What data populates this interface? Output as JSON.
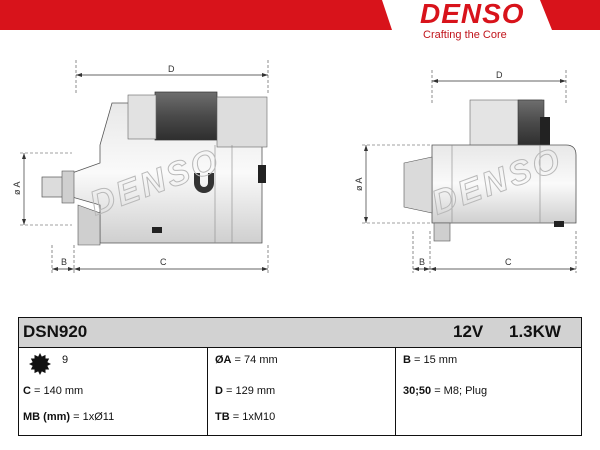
{
  "brand": {
    "name": "DENSO",
    "tagline": "Crafting the Core",
    "color": "#d8131b"
  },
  "watermark": "DENSO",
  "drawing": {
    "left_view": {
      "dim_d": "D",
      "dim_a": "ø A",
      "dim_b": "B",
      "dim_c": "C"
    },
    "right_view": {
      "dim_d": "D",
      "dim_a": "ø A",
      "dim_b": "B",
      "dim_c": "C"
    }
  },
  "spec": {
    "model": "DSN920",
    "voltage": "12V",
    "power": "1.3KW",
    "teeth_icon": "pinion-gear-icon",
    "teeth_value": "9",
    "rows": [
      [
        {
          "label": "",
          "value": ""
        },
        {
          "label": "ØA",
          "value": " = 74 mm"
        },
        {
          "label": "B",
          "value": " = 15 mm"
        }
      ],
      [
        {
          "label": "C",
          "value": " = 140 mm"
        },
        {
          "label": "D",
          "value": " = 129 mm"
        },
        {
          "label": "30;50",
          "value": " = M8; Plug"
        }
      ],
      [
        {
          "label": "MB (mm)",
          "value": " = 1xØ11"
        },
        {
          "label": "TB",
          "value": " = 1xM10"
        },
        {
          "label": "",
          "value": ""
        }
      ]
    ]
  }
}
